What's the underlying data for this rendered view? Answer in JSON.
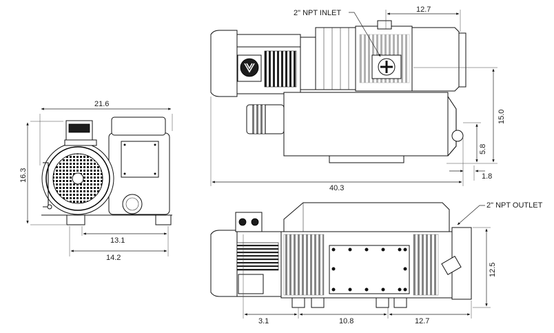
{
  "diagram": {
    "subject": "Rotary vane vacuum pump dimensional drawing",
    "views": [
      "front-view",
      "top-view",
      "side-view"
    ],
    "dimensions": {
      "front_width": "21.6",
      "front_height": "16.3",
      "front_base_inner": "13.1",
      "front_base_outer": "14.2",
      "inlet_offset": "12.7",
      "overall_height": "15.0",
      "foot_height": "5.8",
      "overall_length": "40.3",
      "handle_offset": "1.8",
      "outlet_height": "12.5",
      "motor_foot_offset": "3.1",
      "foot_spacing": "10.8",
      "rear_foot_offset": "12.7"
    },
    "callouts": {
      "inlet": "2\" NPT INLET",
      "outlet": "2\" NPT OUTLET"
    }
  }
}
